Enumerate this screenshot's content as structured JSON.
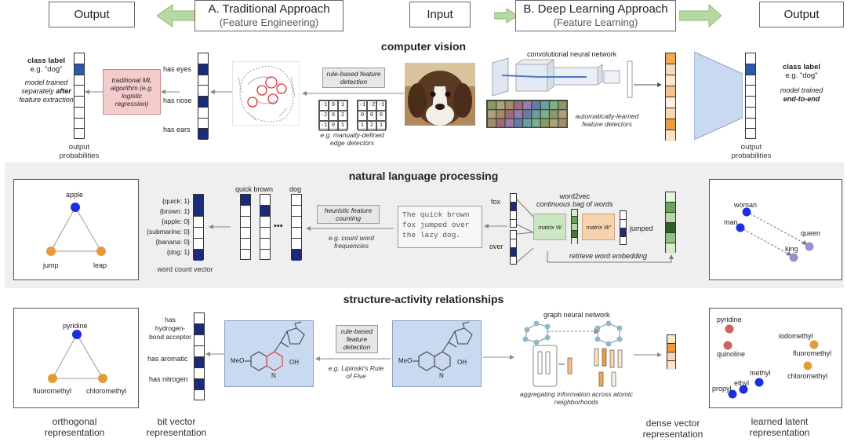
{
  "header": {
    "output_left": "Output",
    "trad_title": "A.  Traditional Approach",
    "trad_sub": "(Feature Engineering)",
    "input": "Input",
    "deep_title": "B.  Deep Learning Approach",
    "deep_sub": "(Feature Learning)",
    "output_right": "Output"
  },
  "cv": {
    "title": "computer vision",
    "class_label_bold": "class label",
    "class_label_eg": "e.g. \"dog\"",
    "trad_note_1": "model trained",
    "trad_note_2": "separately",
    "trad_note_3": "after",
    "trad_note_4": "feature extraction",
    "ml_box": "traditional ML algorithm (e.g. logistic regression)",
    "features": [
      "has eyes",
      "has nose",
      "has ears"
    ],
    "rule_tag": "rule-based feature detection",
    "kernel1": [
      "-1",
      "0",
      "1",
      "-2",
      "0",
      "2",
      "-1",
      "0",
      "1"
    ],
    "kernel2": [
      "-1",
      "-2",
      "-1",
      "0",
      "0",
      "0",
      "1",
      "2",
      "1"
    ],
    "edge_caption": "e.g. manually-defined edge detectors",
    "cnn_label": "convolutional neural network",
    "auto_label": "automatically-learned feature detectors",
    "out_prob_left": "output probabilities",
    "out_prob_right": "output probabilities",
    "right_class_bold": "class label",
    "right_class_eg": "e.g. \"dog\"",
    "right_note_1": "model trained",
    "right_note_2": "end-to-end"
  },
  "nlp": {
    "title": "natural language processing",
    "graph_nodes": [
      "apple",
      "jump",
      "leap"
    ],
    "counts": [
      "{quick: 1}",
      "{brown: 1}",
      "{apple: 0}",
      "{submarine: 0}",
      "{banana: 0}",
      "{dog: 1}"
    ],
    "word_count_caption": "word count vector",
    "col_labels": [
      "quick",
      "brown",
      "dog"
    ],
    "dots": "•••",
    "heuristic_tag": "heuristic feature counting",
    "count_caption": "e.g. count word frequencies",
    "sentence": "The quick brown fox jumped over the lazy dog.",
    "fox": "fox",
    "over": "over",
    "w2v_1": "word2vec",
    "w2v_2": "continuous bag of words",
    "matrix_w": "matrix W",
    "matrix_w2": "matrix W'",
    "jumped": "jumped",
    "retrieve": "retrieve word embedding",
    "emb_words": [
      "woman",
      "man",
      "queen",
      "king"
    ]
  },
  "sar": {
    "title": "structure-activity relationships",
    "graph_nodes": [
      "pyridine",
      "fluoromethyl",
      "chloromethyl"
    ],
    "bit_features": [
      "has hydrogen-bond acceptor",
      "has aromatic",
      "has nitrogen"
    ],
    "rule_tag": "rule-based feature detection",
    "lipinski": "e.g. Lipinski's Rule of Five",
    "meo": "MeO",
    "oh": "OH",
    "n": "N",
    "gnn_label": "graph neural network",
    "aggregating": "aggregating information across atomic neighborhoods",
    "latent_words": [
      "pyridine",
      "quinoline",
      "iodomethyl",
      "fluoromethyl",
      "chloromethyl",
      "methyl",
      "ethyl",
      "propyl"
    ]
  },
  "captions": {
    "orthogonal": "orthogonal representation",
    "bitvector": "bit vector representation",
    "dense": "dense vector representation",
    "learned": "learned latent representation"
  },
  "colors": {
    "navy": "#1c2a7a",
    "blue_node": "#1b2fe0",
    "orange_node": "#e69a3a",
    "red_node": "#c96363",
    "purple_node": "#9a8fd0",
    "panel": "#efefef",
    "mol_bg": "#c9d9ef",
    "ml_box": "#f5cccc",
    "arrow_green": "#b8d8a2",
    "matrix_green": "#cde6c2",
    "matrix_orange": "#f6d2ae"
  }
}
